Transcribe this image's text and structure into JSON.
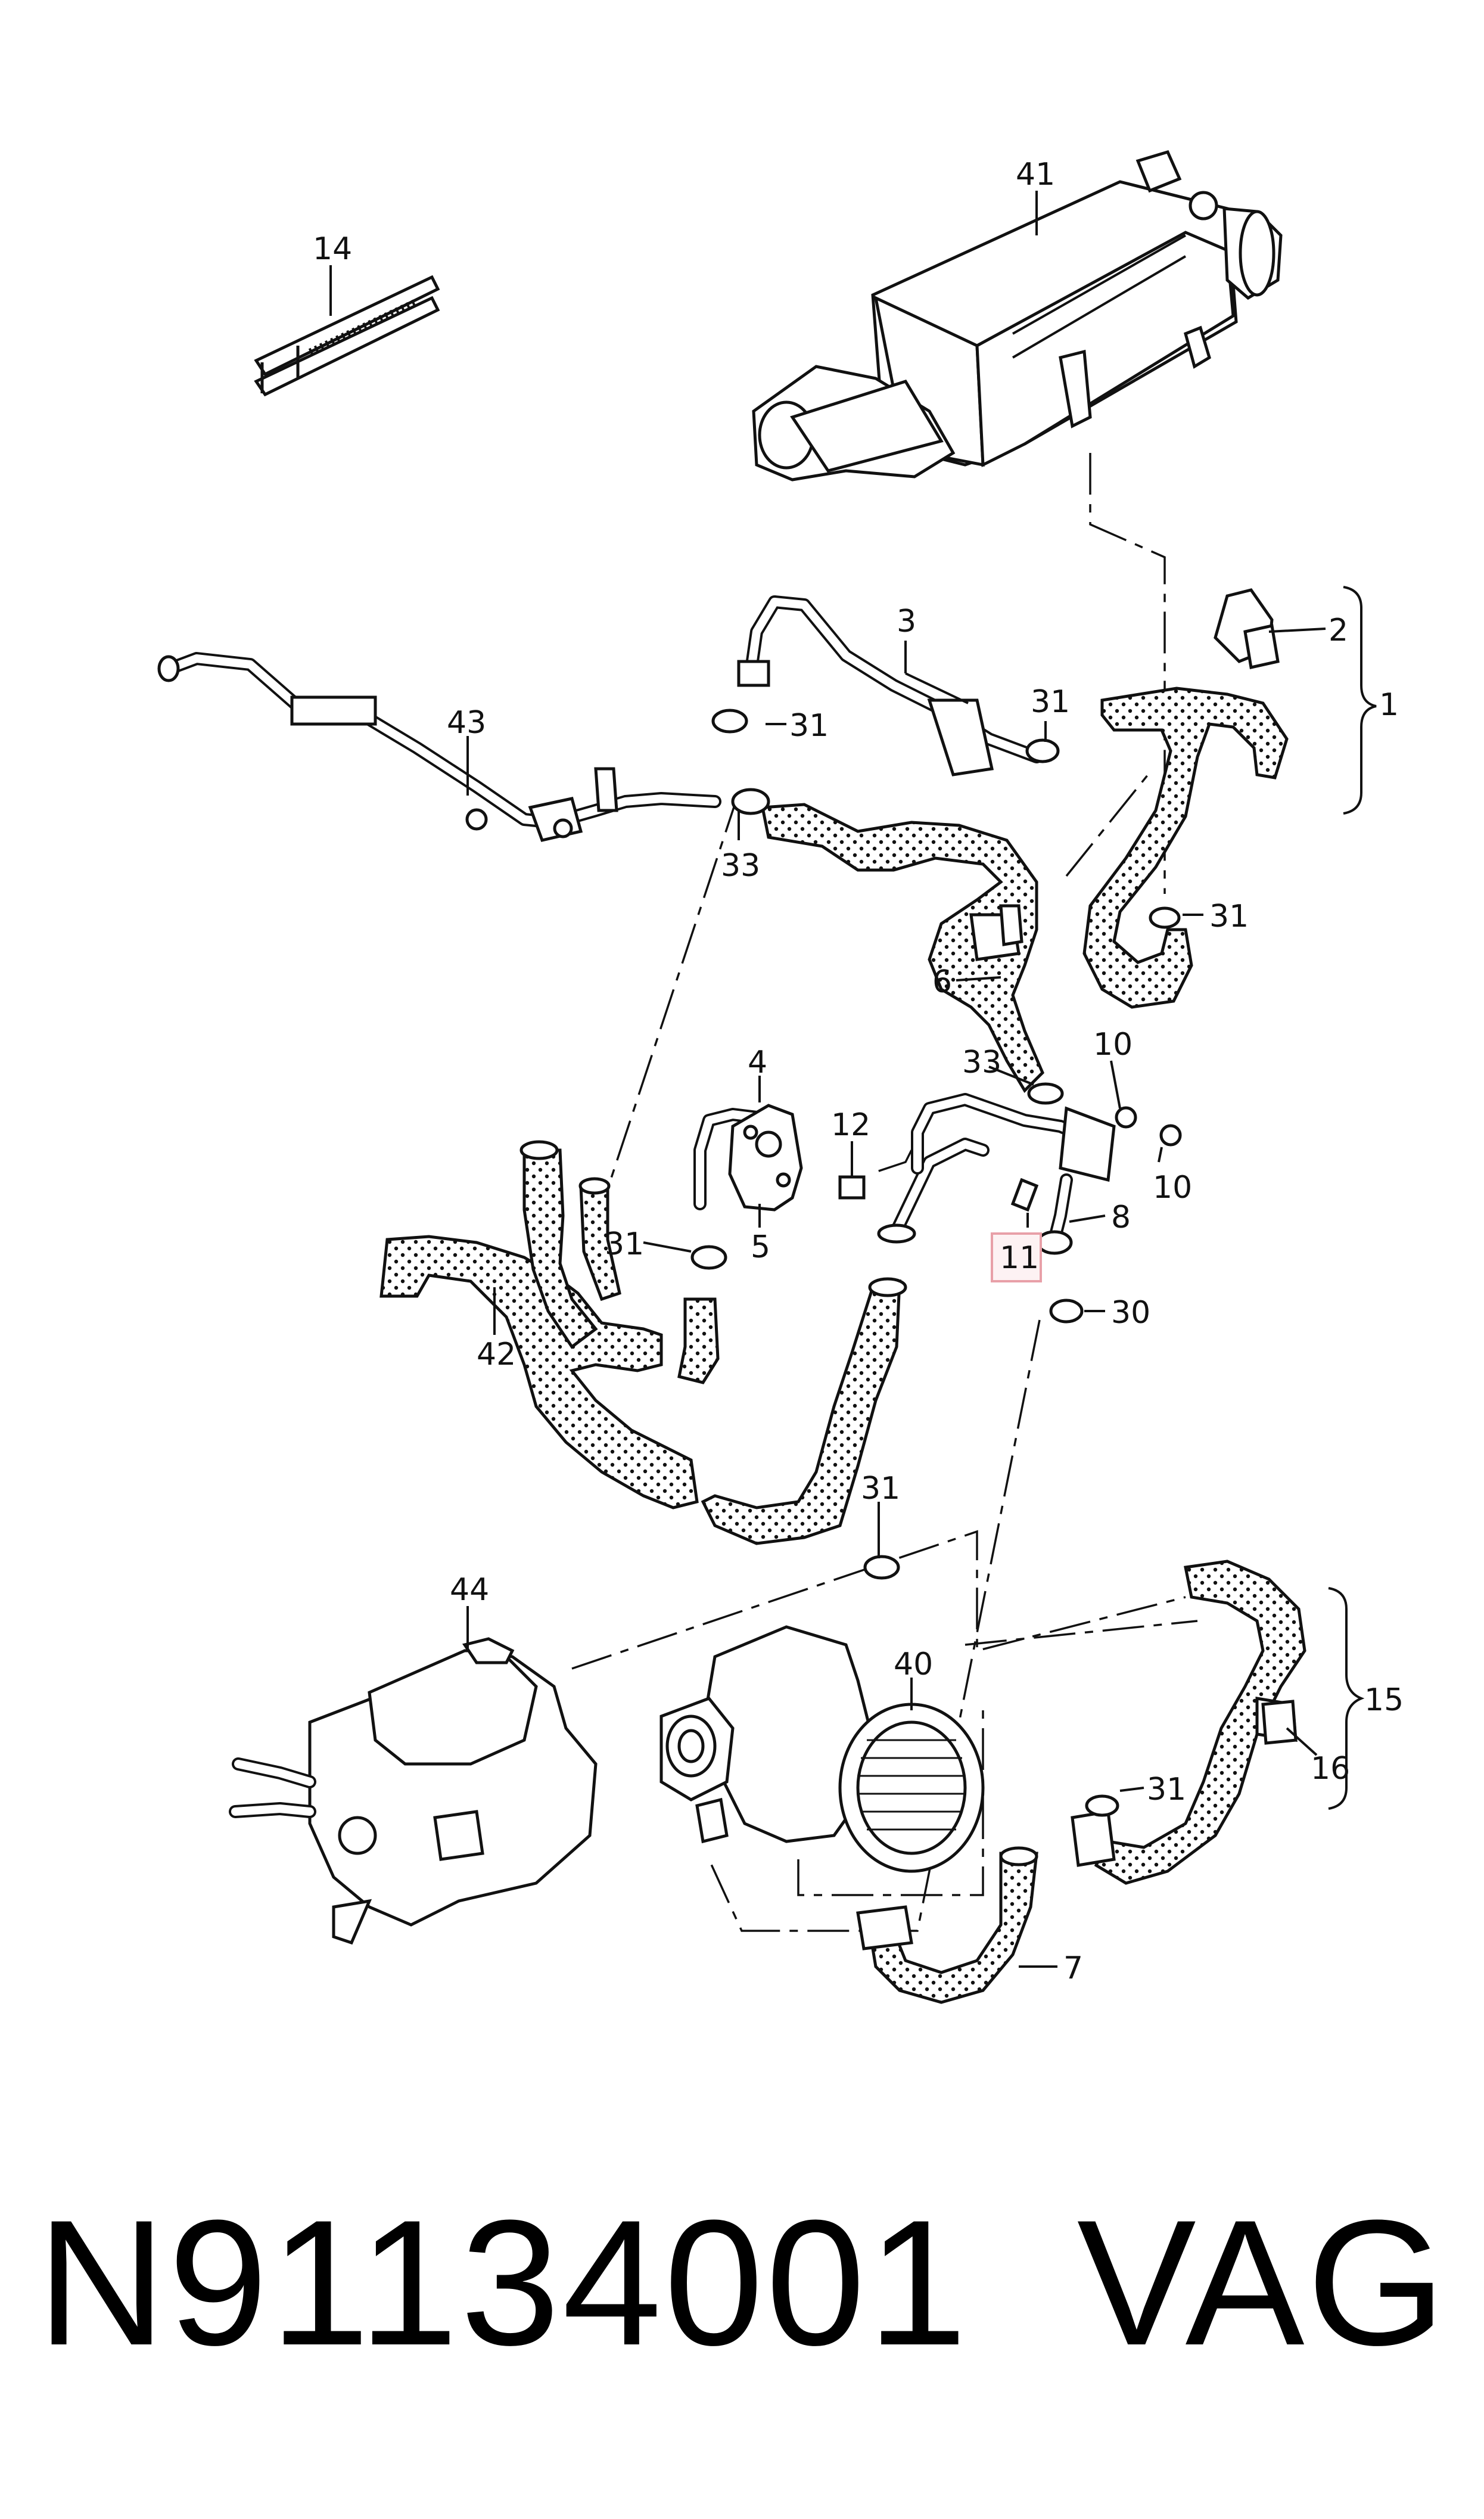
{
  "callouts": {
    "c1": "1",
    "c2": "2",
    "c3": "3",
    "c4": "4",
    "c5": "5",
    "c6": "6",
    "c7": "7",
    "c8": "8",
    "c10a": "10",
    "c10b": "10",
    "c11": "11",
    "c12": "12",
    "c14": "14",
    "c15": "15",
    "c16": "16",
    "c30": "30",
    "c31a": "31",
    "c31b": "31",
    "c31c": "31",
    "c31d": "31",
    "c31e": "31",
    "c31f": "31",
    "c33a": "33",
    "c33b": "33",
    "c40": "40",
    "c41": "41",
    "c42": "42",
    "c43": "43",
    "c44": "44"
  },
  "highlight_color": "#e8a0a8",
  "footer": {
    "part_number": "N91134001",
    "brand": "VAG"
  }
}
